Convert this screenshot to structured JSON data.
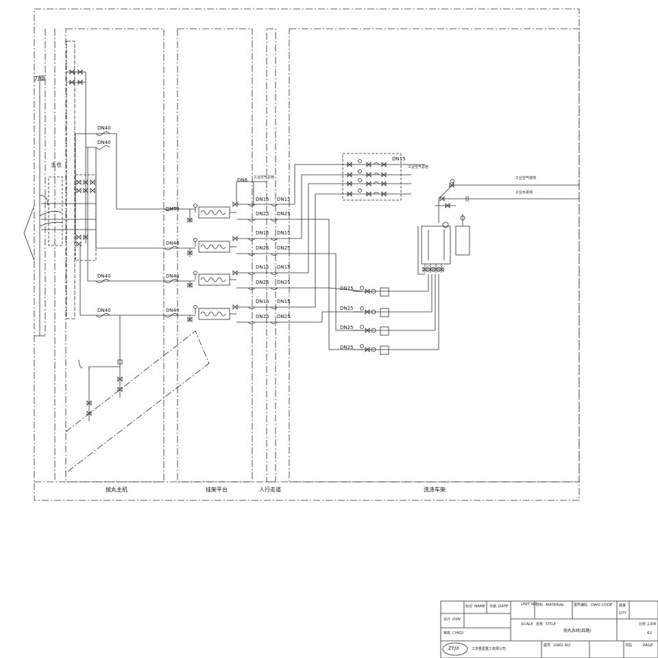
{
  "zones": {
    "main": "抛丸主机",
    "platform": "挂架平台",
    "walkway": "人行走道",
    "cleaning": "洗涤车架"
  },
  "left_labels": {
    "top": "刀盘",
    "mid": "主仓"
  },
  "pipe": {
    "dn40": "DN40",
    "dn15": "DN15",
    "dn25": "DN25",
    "dn6": "DN6",
    "air_header": "工业空气总管",
    "air_right": "工业空气进线",
    "water_right": "工业水进线"
  },
  "title_block": {
    "h_mark": "标记",
    "h_name": "NAME",
    "h_date_cn": "日期",
    "h_date": "DATE",
    "h_qty_cn": "数量",
    "h_unit_wt": "UNIT WT",
    "h_mat_cn": "材料",
    "h_material": "MATERIAL",
    "h_code_cn": "图号编码",
    "h_code": "DWG CODE",
    "h_sheet_cn": "数量",
    "h_qty": "QTY",
    "design_cn": "设计",
    "design": "DSN",
    "check_cn": "审核",
    "check": "CHKD",
    "scale": "SCALE",
    "title_cn": "名称",
    "title": "TITLE",
    "drawing_title": "抛丸系统(四路)",
    "sheet_cn": "比例",
    "sheet_val": "1/DR",
    "ratio": "62",
    "company": "江苏重型重工有限公司",
    "dwg_no_cn": "图号",
    "dwg_no": "DWG NO",
    "page_cn": "页码",
    "page": "PAGE",
    "logo": "ZYJX"
  }
}
